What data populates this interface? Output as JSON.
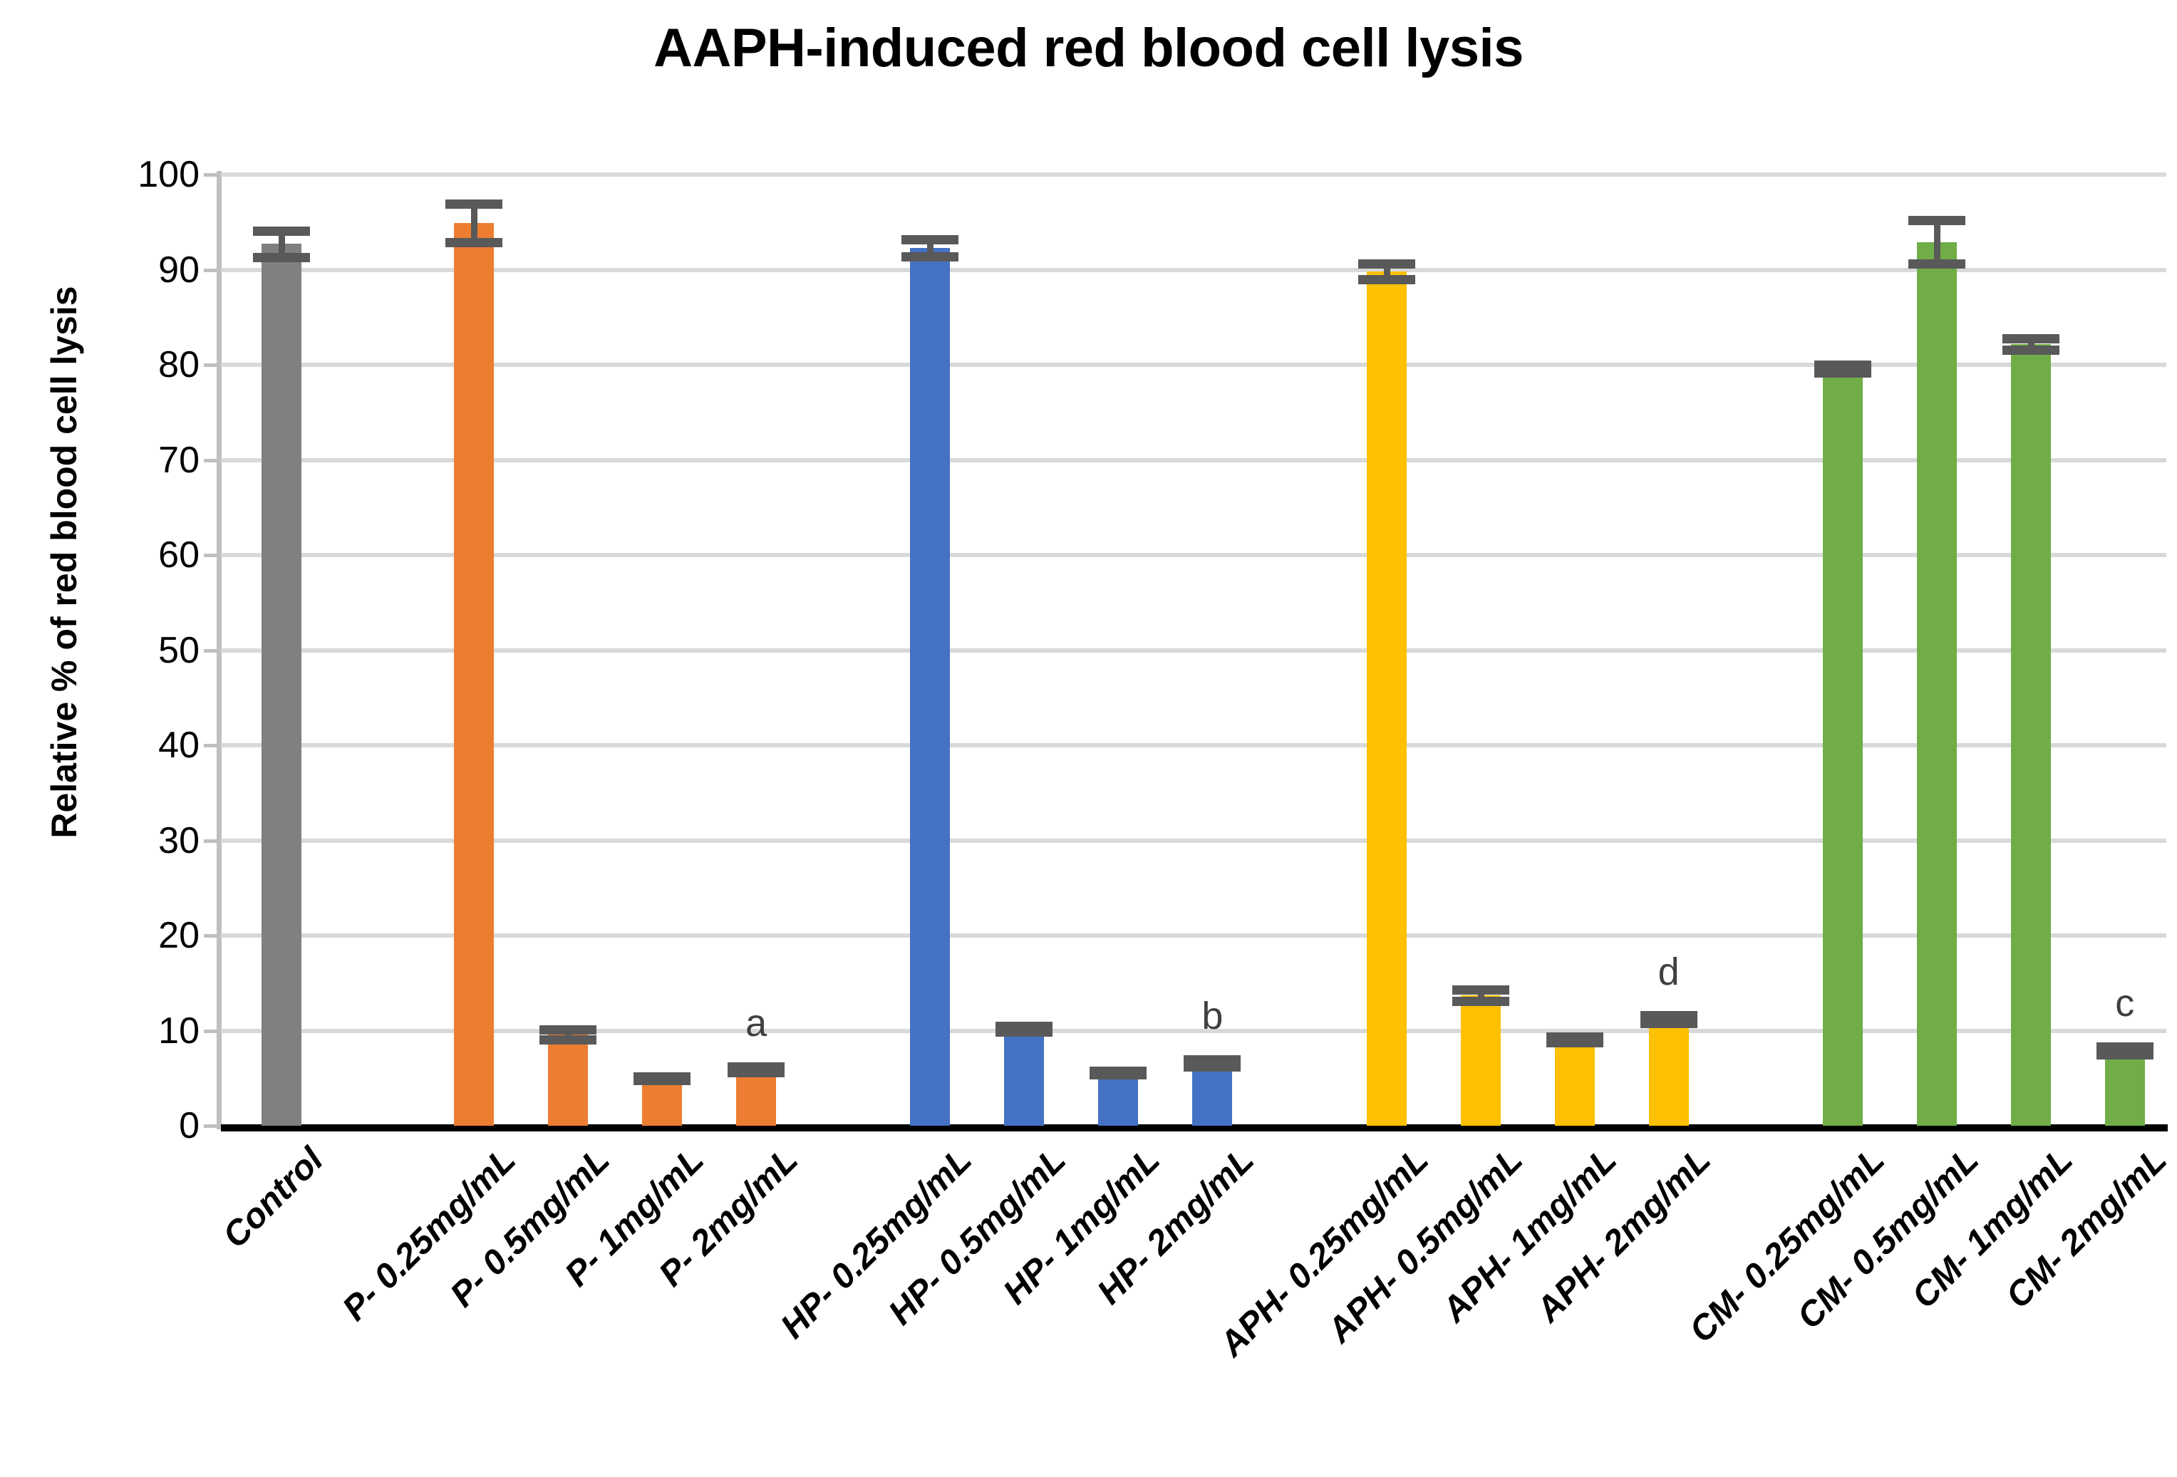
{
  "chart_data": {
    "type": "bar",
    "title": "AAPH-induced red blood cell lysis",
    "xlabel": "",
    "ylabel": "Relative % of red blood cell lysis",
    "ylim": [
      0,
      100
    ],
    "ytick_labels": [
      "0",
      "10",
      "20",
      "30",
      "40",
      "50",
      "60",
      "70",
      "80",
      "90",
      "100"
    ],
    "yticks": [
      0,
      10,
      20,
      30,
      40,
      50,
      60,
      70,
      80,
      90,
      100
    ],
    "grid": true,
    "legend": "none",
    "categories": [
      "Control",
      "P- 0.25mg/mL",
      "P- 0.5mg/mL",
      "P- 1mg/mL",
      "P- 2mg/mL",
      "HP- 0.25mg/mL",
      "HP- 0.5mg/mL",
      "HP- 1mg/mL",
      "HP- 2mg/mL",
      "APH- 0.25mg/mL",
      "APH- 0.5mg/mL",
      "APH- 1mg/mL",
      "APH- 2mg/mL",
      "CM- 0.25mg/mL",
      "CM- 0.5mg/mL",
      "CM- 1mg/mL",
      "CM- 2mg/mL"
    ],
    "values": [
      92.7,
      94.9,
      9.6,
      5.0,
      5.9,
      92.3,
      10.2,
      5.6,
      6.6,
      89.8,
      13.7,
      9.1,
      11.2,
      79.6,
      92.9,
      82.2,
      7.9
    ],
    "errors": [
      1.4,
      2.0,
      0.5,
      0.2,
      0.3,
      0.9,
      0.3,
      0.2,
      0.4,
      0.8,
      0.6,
      0.3,
      0.4,
      0.4,
      2.3,
      0.6,
      0.4
    ],
    "colors": [
      "#808080",
      "#ED7D31",
      "#ED7D31",
      "#ED7D31",
      "#ED7D31",
      "#4472C4",
      "#4472C4",
      "#4472C4",
      "#4472C4",
      "#FFC000",
      "#FFC000",
      "#FFC000",
      "#FFC000",
      "#70AD47",
      "#70AD47",
      "#70AD47",
      "#70AD47"
    ],
    "annotations": [
      {
        "category": "P- 2mg/mL",
        "text": "a"
      },
      {
        "category": "HP- 2mg/mL",
        "text": "b"
      },
      {
        "category": "APH- 2mg/mL",
        "text": "d"
      },
      {
        "category": "CM- 2mg/mL",
        "text": "c"
      }
    ],
    "series_groups": [
      "Control",
      "P",
      "HP",
      "APH",
      "CM"
    ],
    "error_bar_color": "#595959",
    "gridline_color": "#D9D9D9",
    "axis_color": "#000000"
  }
}
